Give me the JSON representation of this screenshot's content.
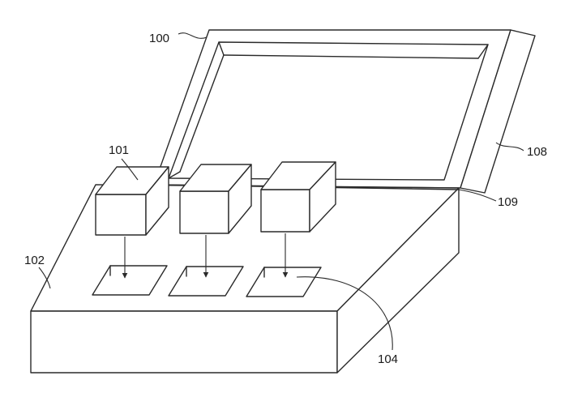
{
  "figure": {
    "labels": {
      "lid": "100",
      "module": "101",
      "base": "102",
      "recess": "104",
      "side": "108",
      "hinge": "109"
    }
  }
}
